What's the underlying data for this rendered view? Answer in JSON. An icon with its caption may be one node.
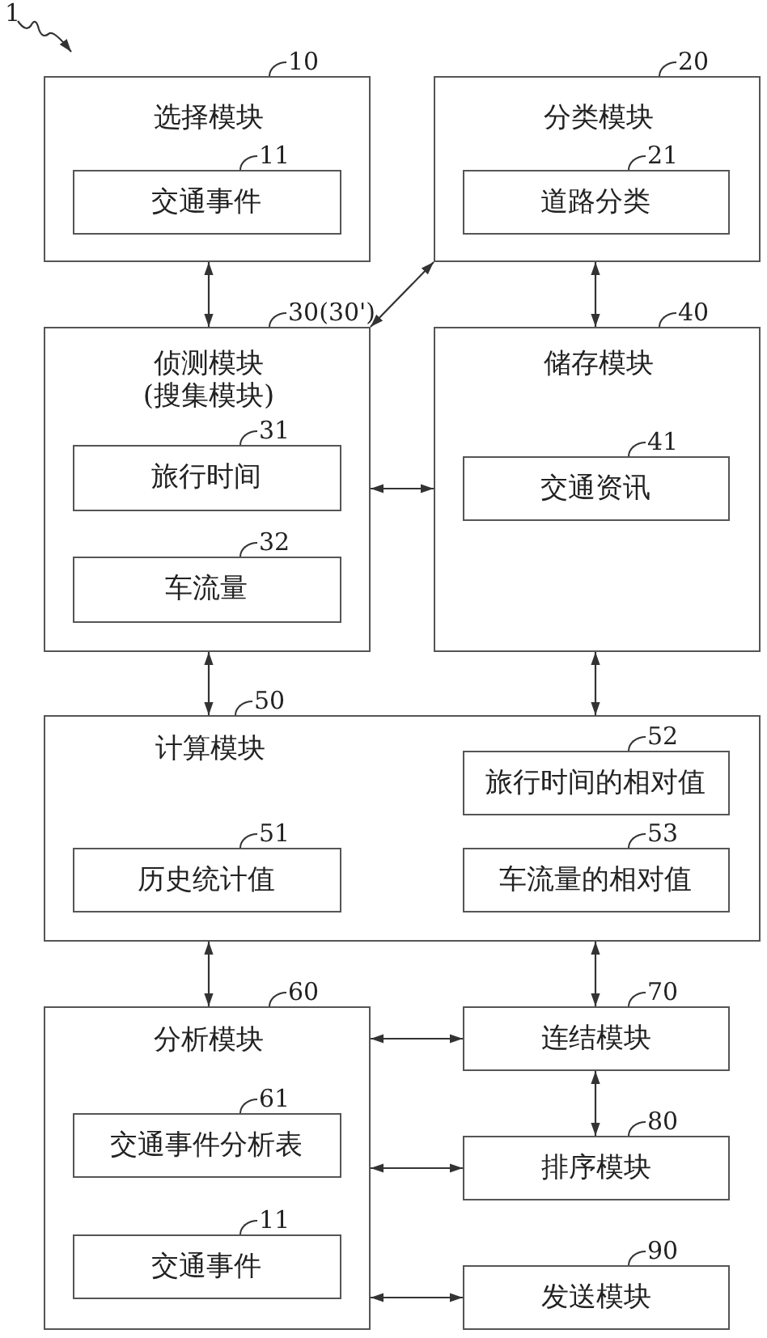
{
  "diagram": {
    "nodes": [
      {
        "text": [
          "选择模块"
        ],
        "beside": [
          "10"
        ]
      },
      {
        "text": [
          "交通事件"
        ],
        "in": 0,
        "beside": [
          "11"
        ]
      },
      {
        "text": [
          "分类模块"
        ],
        "beside": [
          "20"
        ]
      },
      {
        "text": [
          "道路分类"
        ],
        "in": 2,
        "beside": [
          "21"
        ]
      },
      {
        "text": [
          "侦测模块",
          "(搜集模块)"
        ],
        "beside": [
          "30(30')"
        ]
      },
      {
        "text": [
          "旅行时间"
        ],
        "in": 4,
        "beside": [
          "31"
        ]
      },
      {
        "text": [
          "车流量"
        ],
        "in": 4,
        "beside": [
          "32"
        ]
      },
      {
        "text": [
          "储存模块"
        ],
        "beside": [
          "40"
        ]
      },
      {
        "text": [
          "交通资讯"
        ],
        "in": 7,
        "beside": [
          "41"
        ]
      },
      {
        "text": [
          "计算模块"
        ],
        "beside": [
          "50"
        ]
      },
      {
        "text": [
          "历史统计值"
        ],
        "in": 9,
        "beside": [
          "51"
        ]
      },
      {
        "text": [
          "旅行时间的相对值"
        ],
        "in": 9,
        "beside": [
          "52"
        ]
      },
      {
        "text": [
          "车流量的相对值"
        ],
        "in": 9,
        "beside": [
          "53"
        ]
      },
      {
        "text": [
          "分析模块"
        ],
        "beside": [
          "60"
        ]
      },
      {
        "text": [
          "交通事件分析表"
        ],
        "in": 13,
        "beside": [
          "61"
        ]
      },
      {
        "text": [
          "交通事件"
        ],
        "in": 13,
        "beside": [
          "11"
        ]
      },
      {
        "text": [
          "连结模块"
        ],
        "beside": [
          "70"
        ]
      },
      {
        "text": [
          "排序模块"
        ],
        "beside": [
          "80"
        ]
      },
      {
        "text": [
          "发送模块"
        ],
        "beside": [
          "90"
        ]
      }
    ],
    "edges": [
      {
        "from": 0,
        "to": 4,
        "arrow": "both"
      },
      {
        "from": 2,
        "to": 4,
        "arrow": "both"
      },
      {
        "from": 2,
        "to": 7,
        "arrow": "both"
      },
      {
        "from": 4,
        "to": 7,
        "arrow": "both"
      },
      {
        "from": 4,
        "to": 9,
        "arrow": "both"
      },
      {
        "from": 7,
        "to": 9,
        "arrow": "both"
      },
      {
        "from": 9,
        "to": 13,
        "arrow": "both"
      },
      {
        "from": 9,
        "to": 16,
        "arrow": "both"
      },
      {
        "from": 13,
        "to": 16,
        "arrow": "both"
      },
      {
        "from": 16,
        "to": 17,
        "arrow": "both"
      },
      {
        "from": 13,
        "to": 17,
        "arrow": "both"
      },
      {
        "from": 13,
        "to": 18,
        "arrow": "both"
      }
    ],
    "labels": [
      "1"
    ]
  }
}
